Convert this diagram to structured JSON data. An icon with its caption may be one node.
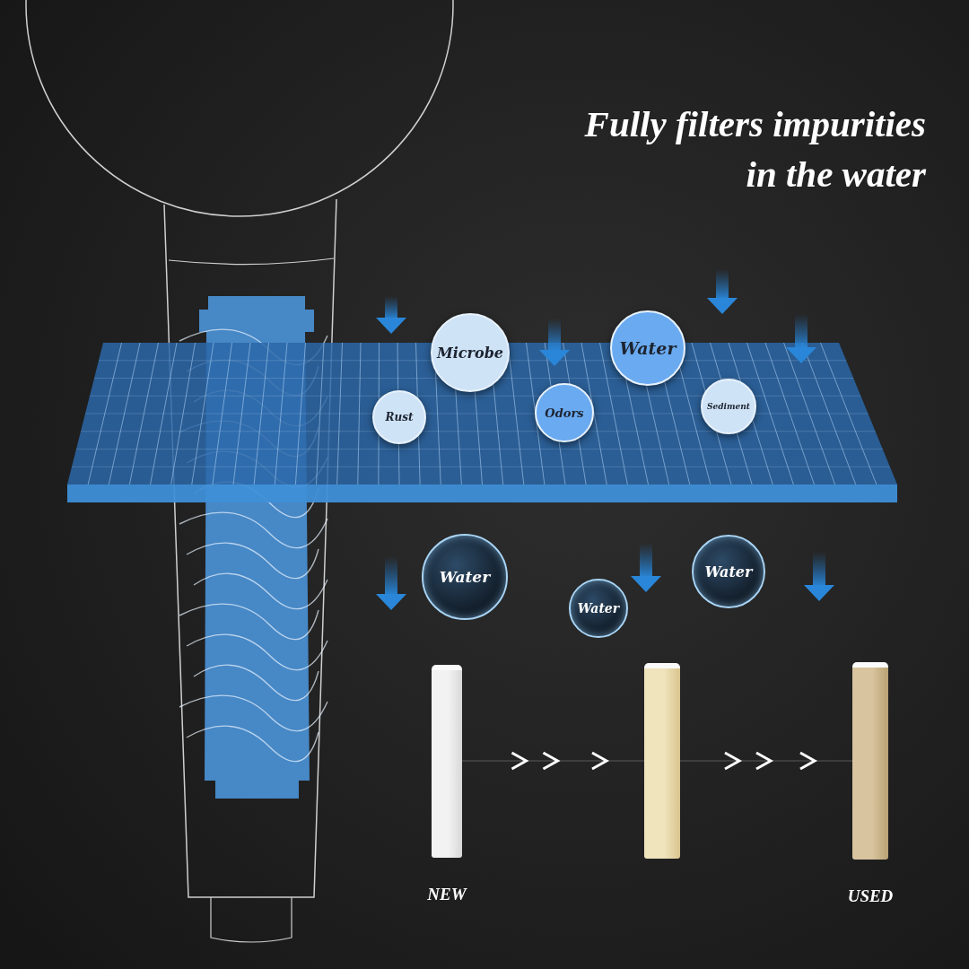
{
  "diagram": {
    "title": "Fully filters impurities in the water",
    "nodes": [
      {
        "text": [
          "Microbe"
        ]
      },
      {
        "text": [
          "Water"
        ]
      },
      {
        "text": [
          "Rust"
        ]
      },
      {
        "text": [
          "Odors"
        ]
      },
      {
        "text": [
          "Sediment"
        ]
      },
      {
        "text": [
          "Water"
        ]
      },
      {
        "text": [
          "Water"
        ]
      },
      {
        "text": [
          "Water"
        ]
      },
      {
        "text": [],
        "shape": "cylinder",
        "beside": [
          "NEW"
        ]
      },
      {
        "text": [],
        "shape": "cylinder"
      },
      {
        "text": [],
        "shape": "cylinder",
        "beside": [
          "USED"
        ]
      }
    ],
    "edges": [
      {
        "from": 8,
        "to": 9,
        "arrow": "to"
      },
      {
        "from": 9,
        "to": 10,
        "arrow": "to"
      }
    ]
  }
}
